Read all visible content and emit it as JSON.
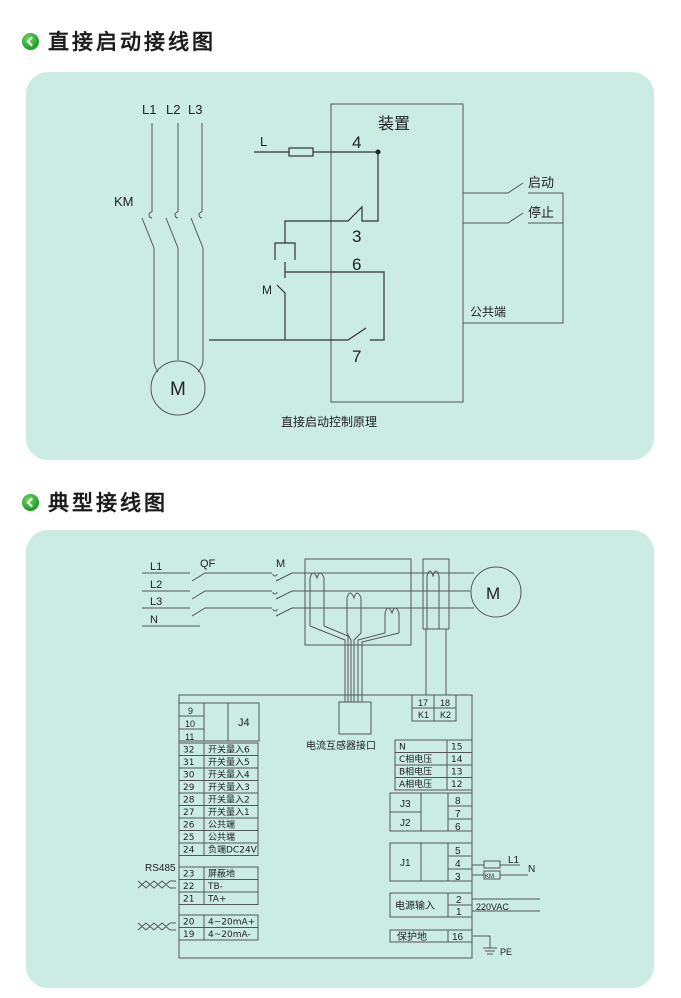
{
  "section1": {
    "title": "直接启动接线图",
    "diagram": {
      "phase_labels": [
        "L1",
        "L2",
        "L3"
      ],
      "contactor_label": "KM",
      "motor_label": "M",
      "line_label": "L",
      "device_label": "装置",
      "terminals": {
        "t4": "4",
        "t3": "3",
        "t6": "6",
        "t7": "7"
      },
      "aux_contact_label": "M",
      "outputs": [
        "启动",
        "停止"
      ],
      "common_label": "公共端",
      "caption": "直接启动控制原理"
    }
  },
  "section2": {
    "title": "典型接线图",
    "diagram": {
      "inputs": [
        "L1",
        "L2",
        "L3",
        "N"
      ],
      "breaker_label": "QF",
      "contactor_label": "M",
      "motor_label": "M",
      "ct_port_label": "电流互感器接口",
      "k_terminals": [
        {
          "num": "17",
          "label": "K1"
        },
        {
          "num": "18",
          "label": "K2"
        }
      ],
      "j4": {
        "label": "J4",
        "terminals": [
          "9",
          "10",
          "11"
        ]
      },
      "left_terminals": [
        {
          "num": "32",
          "label": "开关量入6"
        },
        {
          "num": "31",
          "label": "开关量入5"
        },
        {
          "num": "30",
          "label": "开关量入4"
        },
        {
          "num": "29",
          "label": "开关量入3"
        },
        {
          "num": "28",
          "label": "开关量入2"
        },
        {
          "num": "27",
          "label": "开关量入1"
        },
        {
          "num": "26",
          "label": "公共端"
        },
        {
          "num": "25",
          "label": "公共端"
        },
        {
          "num": "24",
          "label": "负端DC24V"
        }
      ],
      "rs485_label": "RS485",
      "comm_terminals": [
        {
          "num": "23",
          "label": "屏蔽地"
        },
        {
          "num": "22",
          "label": "TB-"
        },
        {
          "num": "21",
          "label": "TA+"
        }
      ],
      "analog_terminals": [
        {
          "num": "20",
          "label": "4~20mA+"
        },
        {
          "num": "19",
          "label": "4~20mA-"
        }
      ],
      "voltage_terminals": [
        {
          "label": "N",
          "num": "15"
        },
        {
          "label": "C相电压",
          "num": "14"
        },
        {
          "label": "B相电压",
          "num": "13"
        },
        {
          "label": "A相电压",
          "num": "12"
        }
      ],
      "j3_label": "J3",
      "j2_label": "J2",
      "j32_terminals": [
        "8",
        "7",
        "6"
      ],
      "j1_label": "J1",
      "j1_terminals": [
        "5",
        "4",
        "3"
      ],
      "j1_ext": {
        "l1": "L1",
        "n": "N",
        "km": "KM"
      },
      "power": {
        "label": "电源输入",
        "terminals": [
          "2",
          "1"
        ],
        "voltage": "220VAC"
      },
      "ground": {
        "label": "保护地",
        "num": "16",
        "pe": "PE"
      }
    }
  }
}
